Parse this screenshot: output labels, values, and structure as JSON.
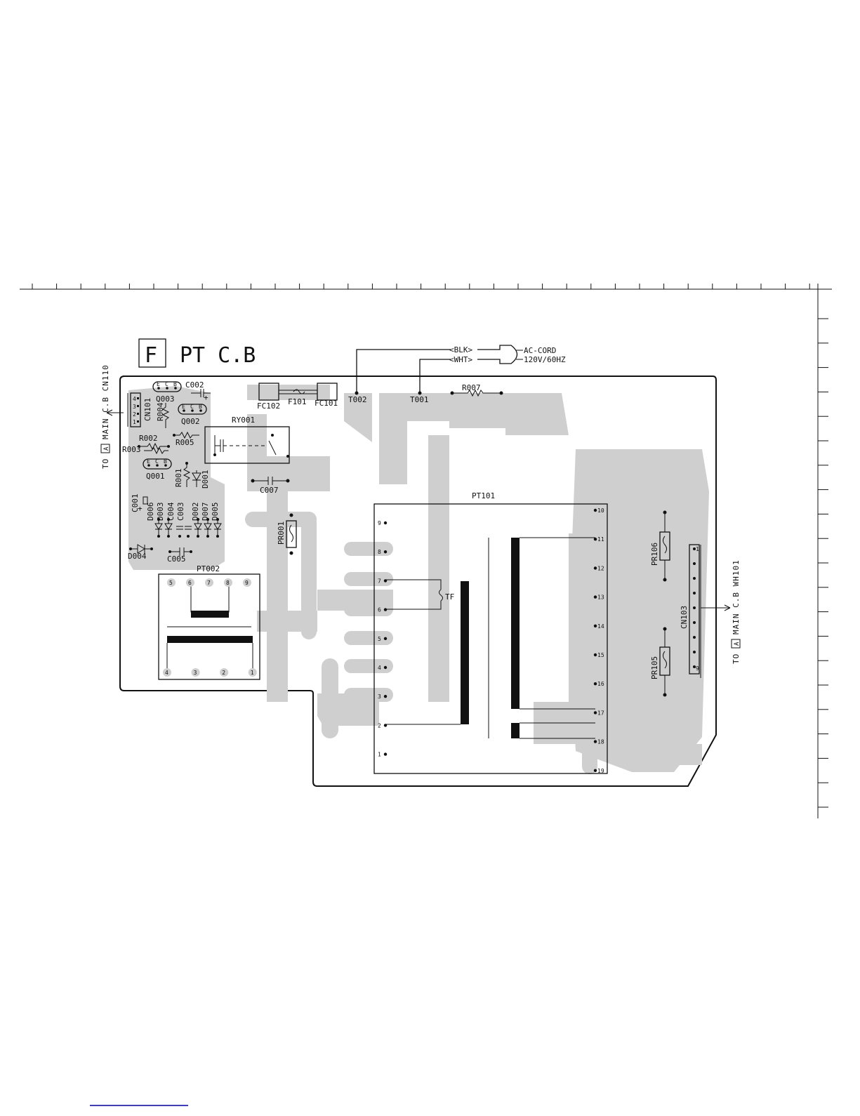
{
  "title": {
    "section_letter": "F",
    "board_name": "PT C.B"
  },
  "connections": {
    "left": {
      "prefix": "TO",
      "letter": "A",
      "text": "MAIN C.B CN110"
    },
    "right": {
      "prefix": "TO",
      "letter": "A",
      "text": "MAIN C.B WH101"
    }
  },
  "ac_cord": {
    "line1": "AC-CORD",
    "line2": "120V/60HZ",
    "wire_black": "<BLK>",
    "wire_white": "<WHT>"
  },
  "components": {
    "C002": "C002",
    "Q003": "Q003",
    "Q002": "Q002",
    "Q001": "Q001",
    "CN101": "CN101",
    "R004": "R004",
    "R002": "R002",
    "R003": "R003",
    "R005": "R005",
    "R001": "R001",
    "D001": "D001",
    "RY001": "RY001",
    "C007": "C007",
    "C001": "C001",
    "D006": "D006",
    "D003": "D003",
    "C004": "C004",
    "C003": "C003",
    "D002": "D002",
    "D007": "D007",
    "D005": "D005",
    "D004": "D004",
    "C005": "C005",
    "PT002": "PT002",
    "PR001": "PR001",
    "FC102": "FC102",
    "F101": "F101",
    "FC101": "FC101",
    "T002": "T002",
    "T001": "T001",
    "R007": "R007",
    "PT101": "PT101",
    "TF": "TF",
    "PR106": "PR106",
    "PR105": "PR105",
    "CN103": "CN103"
  },
  "transistor_pins": [
    "E",
    "C",
    "B"
  ],
  "cn101_pins": [
    "4",
    "3",
    "2",
    "1"
  ],
  "pt101_left_pins": [
    "9",
    "8",
    "7",
    "6",
    "5",
    "4",
    "3",
    "2",
    "1"
  ],
  "pt101_right_pins": [
    "10",
    "11",
    "12",
    "13",
    "14",
    "15",
    "16",
    "17",
    "18",
    "19"
  ],
  "pt002_top_pins": [
    "5",
    "6",
    "7",
    "8",
    "9"
  ],
  "pt002_bottom_pins": [
    "4",
    "3",
    "2",
    "1"
  ],
  "cn103_pins": [
    "1",
    "9"
  ]
}
